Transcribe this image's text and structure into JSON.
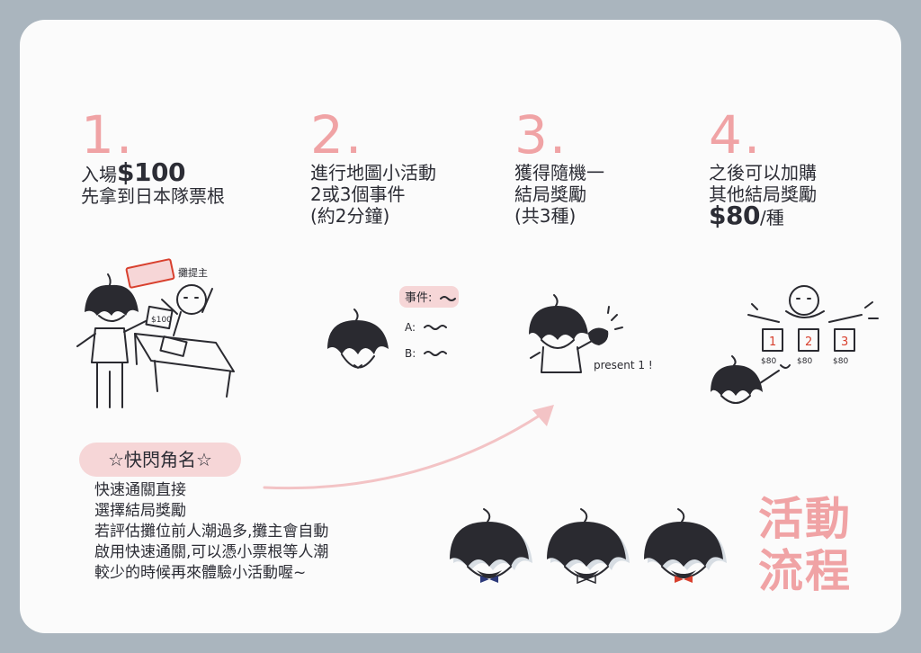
{
  "steps": [
    {
      "number": "1.",
      "lines": [
        "入場",
        "先拿到日本隊票根"
      ],
      "amount": "$100"
    },
    {
      "number": "2.",
      "lines": [
        "進行地圖小活動",
        "2或3個事件",
        "(約2分鐘)"
      ]
    },
    {
      "number": "3.",
      "lines": [
        "獲得隨機一",
        "結局獎勵",
        "(共3種)"
      ]
    },
    {
      "number": "4.",
      "lines": [
        "之後可以加購",
        "其他結局獎勵",
        "/種"
      ],
      "amount": "$80"
    }
  ],
  "illustrations": {
    "stall_owner_label": "攤提主",
    "ticket_price_label": "$100",
    "event_label": "事件:",
    "choice_a": "A:",
    "choice_b": "B:",
    "present_label": "present 1 !",
    "prize_numbers": [
      "1",
      "2",
      "3"
    ],
    "prize_prices": [
      "$80",
      "$80",
      "$80"
    ]
  },
  "fast_pass": {
    "title": "☆快閃角名☆",
    "lines": [
      "快速通關直接",
      "選擇結局獎勵",
      "若評估攤位前人潮過多,攤主會自動",
      "啟用快速通關,可以憑小票根等人潮",
      "較少的時候再來體驗小活動喔~"
    ]
  },
  "page_title": [
    "活動",
    "流程"
  ],
  "colors": {
    "accent_pink": "#f0a3a5",
    "pill_pink": "#f6d6d7",
    "background": "#aab5be",
    "ink": "#2c2d35",
    "bow_blue": "#2d3a7a",
    "bow_red": "#d8402e"
  }
}
